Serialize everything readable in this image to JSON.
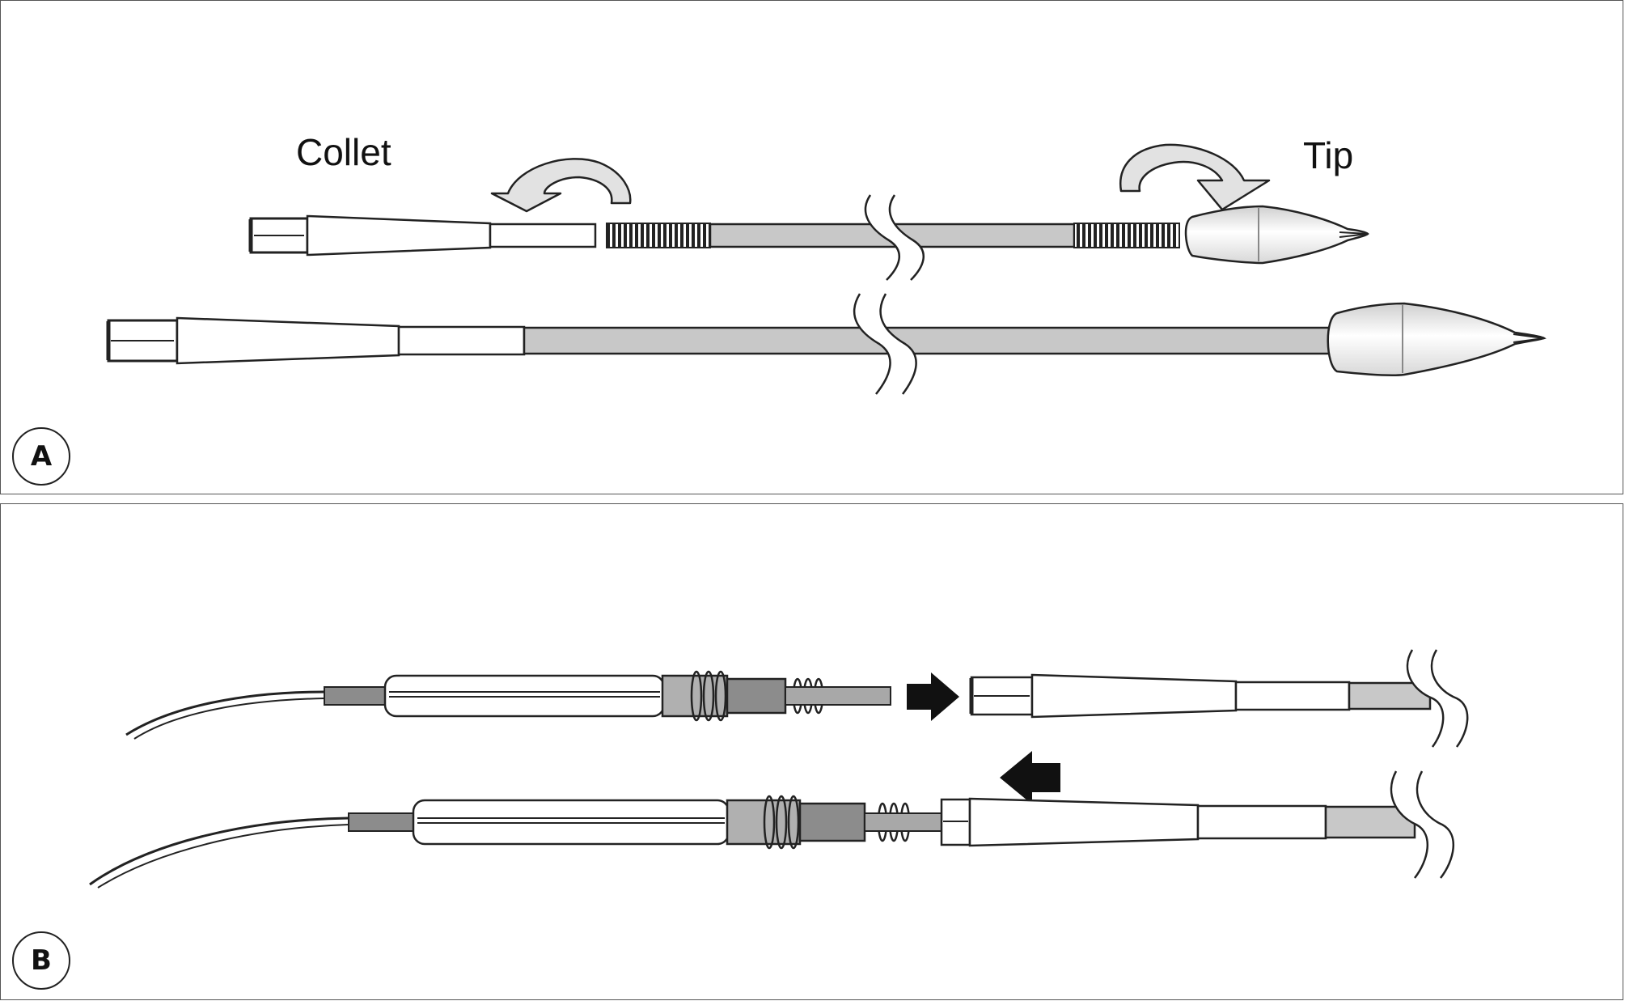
{
  "panel_a": {
    "badge": "A",
    "labels": {
      "collet": "Collet",
      "tip": "Tip"
    }
  },
  "panel_b": {
    "badge": "B"
  },
  "colors": {
    "outline": "#222222",
    "shaft_gray": "#c8c8c8",
    "dark_gray": "#8c8c8c",
    "arrow_gray": "#d8d8d8",
    "arrow_black": "#111111"
  },
  "icons": [
    "rotate-arrow-icon",
    "push-arrow-icon",
    "break-mark-icon"
  ]
}
